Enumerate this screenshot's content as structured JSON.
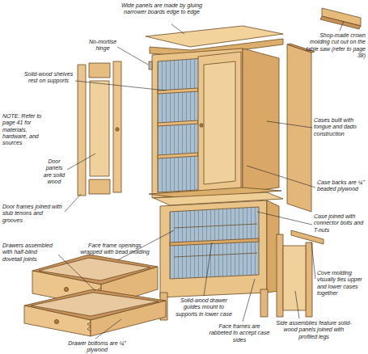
{
  "diagram": {
    "labels": [
      "Wide panels are made by gluing narrower boards edge to edge",
      "Shop-made crown molding cut out on the table saw (refer to page 38)",
      "No-mortise hinge",
      "Solid-wood shelves rest on supports",
      "NOTE: Refer to page 41 for materials, hardware, and sources",
      "Cases built with tongue and dado construction",
      "Door panels are solid wood",
      "Case backs are ¼\" beaded plywood",
      "Case joined with connector bolts and T-nuts",
      "Door frames joined with stub tenons and grooves",
      "Face frame openings wrapped with bead molding",
      "Drawers assembled with half-blind dovetail joints",
      "Cove molding visually ties upper and lower cases together",
      "Solid-wood drawer guides mount to supports in lower case",
      "Side assemblies feature solid-wood panels joined with profiled legs",
      "Face frames are rabbeted to accept case sides",
      "Drawer bottoms are ¼\" plywood"
    ]
  }
}
